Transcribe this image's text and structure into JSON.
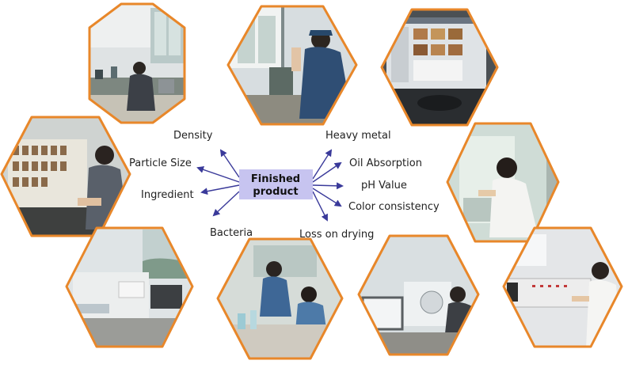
{
  "colors": {
    "hex_border": "#e8872a",
    "arrow": "#3a3a9a",
    "center_fill": "#c7c4f0"
  },
  "center": {
    "line1": "Finished",
    "line2": "product"
  },
  "labels": {
    "density": "Density",
    "particle_size": "Particle Size",
    "ingredient": "Ingredient",
    "bacteria": "Bacteria",
    "heavy_metal": "Heavy metal",
    "oil_absorption": "Oil Absorption",
    "ph_value": "pH Value",
    "color_consistency": "Color consistency",
    "loss_on_drying": "Loss on drying"
  },
  "photos": [
    "lab technician at bench",
    "technician with titration burette",
    "computer monitor with analysis software",
    "technician with sample rack",
    "technician in white coat at fume hood",
    "laboratory instrument",
    "technicians at lab bench",
    "technician at computer and analyzer",
    "technician at control panel"
  ]
}
